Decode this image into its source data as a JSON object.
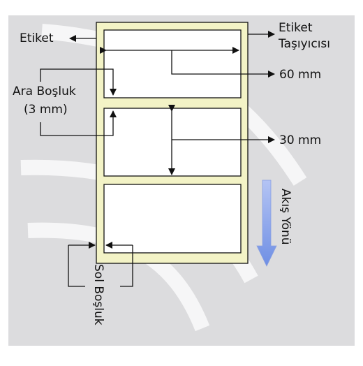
{
  "labels": {
    "etiket": "Etiket",
    "carrier_line1": "Etiket",
    "carrier_line2": "Taşıyıcısı",
    "width": "60 mm",
    "gap_line1": "Ara Boşluk",
    "gap_line2": "(3 mm)",
    "height": "30 mm",
    "feed_direction": "Akış Yönü",
    "left_margin": "Sol Boşluk"
  },
  "colors": {
    "background_panel": "#dcdcde",
    "watermark": "#ffffff",
    "carrier_fill": "#f3f3c6",
    "label_fill": "#ffffff",
    "line": "#111111",
    "feed_arrow_top": "#b4c4f4",
    "feed_arrow_bottom": "#6f8fe4"
  }
}
